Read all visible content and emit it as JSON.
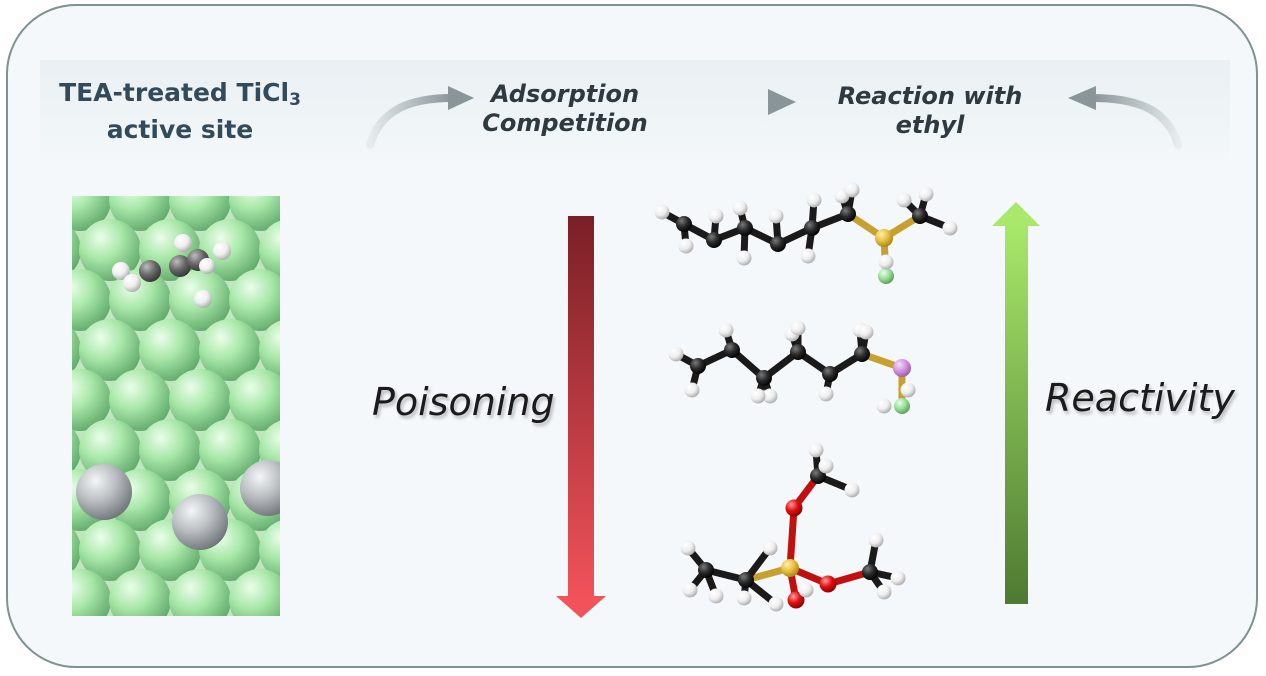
{
  "labels": {
    "site_line1": "TEA-treated TiCl",
    "site_subscript": "3",
    "site_line2": "active site",
    "adsorption_line1": "Adsorption",
    "adsorption_line2": "Competition",
    "reaction": "Reaction with ethyl",
    "poisoning": "Poisoning",
    "reactivity": "Reactivity"
  },
  "colors": {
    "panel_border": "#7f9190",
    "panel_fill": "#f4f8fa",
    "flow_arrow": "#8a9599",
    "poisoning_arrow_top": "#7a1f26",
    "poisoning_arrow_bottom": "#f2525a",
    "reactivity_arrow_top": "#a8e86a",
    "reactivity_arrow_bottom": "#4e7a32",
    "cl_atom": "#a9e8a9",
    "ti_atom": "#b8bcc0",
    "carbon": "#1a1a1a",
    "hydrogen": "#f2f2f2",
    "sulfur": "#e8c040",
    "phosphorus": "#d494e0",
    "oxygen": "#e01010",
    "fluorine": "#9adf9a"
  },
  "molecules": [
    {
      "name": "hexyl-methyl-fluorosulfane"
    },
    {
      "name": "hexyl-phosphorus-fluoride"
    },
    {
      "name": "trimethyl-phosphite-ethyl"
    }
  ]
}
